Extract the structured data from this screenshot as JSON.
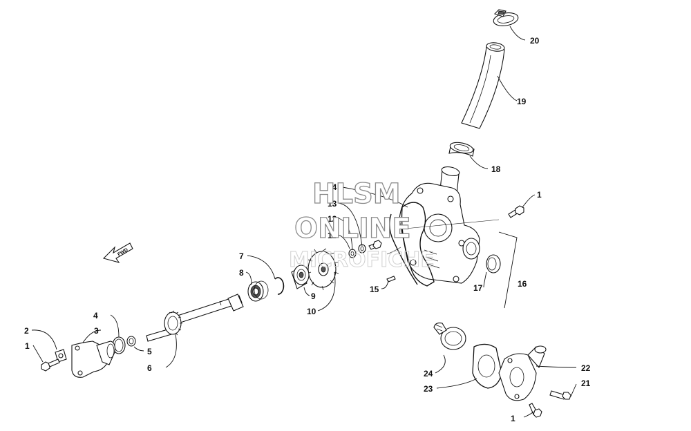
{
  "watermark": {
    "line1": "HLSM",
    "line2": "ONLINE",
    "line3": "MICROFICHE"
  },
  "direction_arrow": "FWD",
  "callouts": [
    {
      "id": "c20a",
      "text": "20"
    },
    {
      "id": "c19",
      "text": "19"
    },
    {
      "id": "c18",
      "text": "18"
    },
    {
      "id": "c1a",
      "text": "1"
    },
    {
      "id": "c14",
      "text": "14"
    },
    {
      "id": "c13",
      "text": "13"
    },
    {
      "id": "c12",
      "text": "12"
    },
    {
      "id": "c11",
      "text": "11"
    },
    {
      "id": "c7",
      "text": "7"
    },
    {
      "id": "c8",
      "text": "8"
    },
    {
      "id": "c9",
      "text": "9"
    },
    {
      "id": "c10",
      "text": "10"
    },
    {
      "id": "c15",
      "text": "15"
    },
    {
      "id": "c17",
      "text": "17"
    },
    {
      "id": "c16",
      "text": "16"
    },
    {
      "id": "c4",
      "text": "4"
    },
    {
      "id": "c2",
      "text": "2"
    },
    {
      "id": "c3",
      "text": "3"
    },
    {
      "id": "c1b",
      "text": "1"
    },
    {
      "id": "c5",
      "text": "5"
    },
    {
      "id": "c6",
      "text": "6"
    },
    {
      "id": "c24",
      "text": "24"
    },
    {
      "id": "c23",
      "text": "23"
    },
    {
      "id": "c22",
      "text": "22"
    },
    {
      "id": "c21",
      "text": "21"
    },
    {
      "id": "c1c",
      "text": "1"
    }
  ]
}
